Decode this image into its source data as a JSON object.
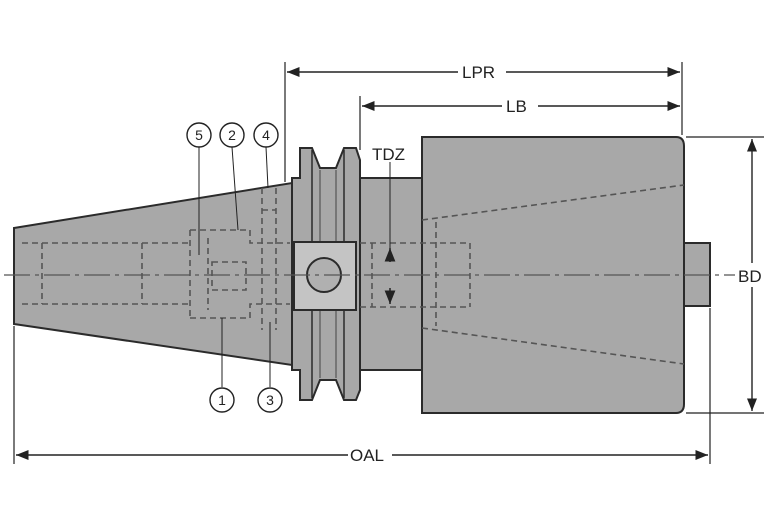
{
  "dimensions": {
    "lpr": "LPR",
    "lb": "LB",
    "tdz": "TDZ",
    "bd": "BD",
    "oal": "OAL"
  },
  "callouts": [
    "1",
    "2",
    "3",
    "4",
    "5"
  ],
  "colors": {
    "body_fill": "#a8a8a8",
    "body_light": "#c4c4c4",
    "outline": "#2b2b2b",
    "hidden_line": "#555555"
  }
}
